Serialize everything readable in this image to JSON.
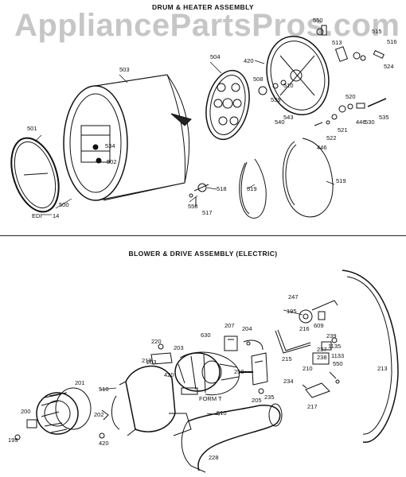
{
  "titles": {
    "top": "DRUM & HEATER ASSEMBLY",
    "bottom": "BLOWER & DRIVE ASSEMBLY (ELECTRIC)"
  },
  "watermark": "AppliancePartsPros.com",
  "form_label": "FORM T",
  "top_callouts": [
    {
      "id": "c501",
      "text": "501"
    },
    {
      "id": "c503",
      "text": "503"
    },
    {
      "id": "c534",
      "text": "534"
    },
    {
      "id": "c502",
      "text": "502"
    },
    {
      "id": "c500",
      "text": "500"
    },
    {
      "id": "c14",
      "text": "14"
    },
    {
      "id": "cEDI",
      "text": "EDI"
    },
    {
      "id": "c504",
      "text": "504"
    },
    {
      "id": "c420",
      "text": "420"
    },
    {
      "id": "c508",
      "text": "508"
    },
    {
      "id": "c539",
      "text": "539"
    },
    {
      "id": "c510",
      "text": "510"
    },
    {
      "id": "c540",
      "text": "540"
    },
    {
      "id": "c543",
      "text": "543"
    },
    {
      "id": "c550a",
      "text": "550"
    },
    {
      "id": "c513",
      "text": "513"
    },
    {
      "id": "c515",
      "text": "515"
    },
    {
      "id": "c516",
      "text": "516"
    },
    {
      "id": "c524",
      "text": "524"
    },
    {
      "id": "c520",
      "text": "520"
    },
    {
      "id": "c446a",
      "text": "446"
    },
    {
      "id": "c530",
      "text": "530"
    },
    {
      "id": "c535",
      "text": "535"
    },
    {
      "id": "c521",
      "text": "521"
    },
    {
      "id": "c522",
      "text": "522"
    },
    {
      "id": "c446b",
      "text": "446"
    },
    {
      "id": "c518",
      "text": "518"
    },
    {
      "id": "c550b",
      "text": "550"
    },
    {
      "id": "c517",
      "text": "517"
    },
    {
      "id": "c519a",
      "text": "519"
    },
    {
      "id": "c519b",
      "text": "519"
    }
  ],
  "bottom_callouts": [
    {
      "id": "c247",
      "text": "247"
    },
    {
      "id": "c195",
      "text": "195"
    },
    {
      "id": "c216",
      "text": "216"
    },
    {
      "id": "c609",
      "text": "609"
    },
    {
      "id": "c220",
      "text": "220"
    },
    {
      "id": "c203a",
      "text": "203"
    },
    {
      "id": "c203b",
      "text": "203"
    },
    {
      "id": "c630",
      "text": "630"
    },
    {
      "id": "c207",
      "text": "207"
    },
    {
      "id": "c204",
      "text": "204"
    },
    {
      "id": "c239",
      "text": "239"
    },
    {
      "id": "c1135",
      "text": "1135"
    },
    {
      "id": "c237",
      "text": "237"
    },
    {
      "id": "c238",
      "text": "238"
    },
    {
      "id": "c1133",
      "text": "1133"
    },
    {
      "id": "c218",
      "text": "218"
    },
    {
      "id": "c420b",
      "text": "420"
    },
    {
      "id": "c250",
      "text": "250"
    },
    {
      "id": "c215",
      "text": "215"
    },
    {
      "id": "c210",
      "text": "210"
    },
    {
      "id": "c550c",
      "text": "550"
    },
    {
      "id": "c213",
      "text": "213"
    },
    {
      "id": "c510b",
      "text": "510"
    },
    {
      "id": "c201",
      "text": "201"
    },
    {
      "id": "c234",
      "text": "234"
    },
    {
      "id": "c205",
      "text": "205"
    },
    {
      "id": "c235",
      "text": "235"
    },
    {
      "id": "c217",
      "text": "217"
    },
    {
      "id": "c200",
      "text": "200"
    },
    {
      "id": "c202",
      "text": "202"
    },
    {
      "id": "c510c",
      "text": "510"
    },
    {
      "id": "c199",
      "text": "199"
    },
    {
      "id": "c420c",
      "text": "420"
    },
    {
      "id": "c228",
      "text": "228"
    }
  ]
}
